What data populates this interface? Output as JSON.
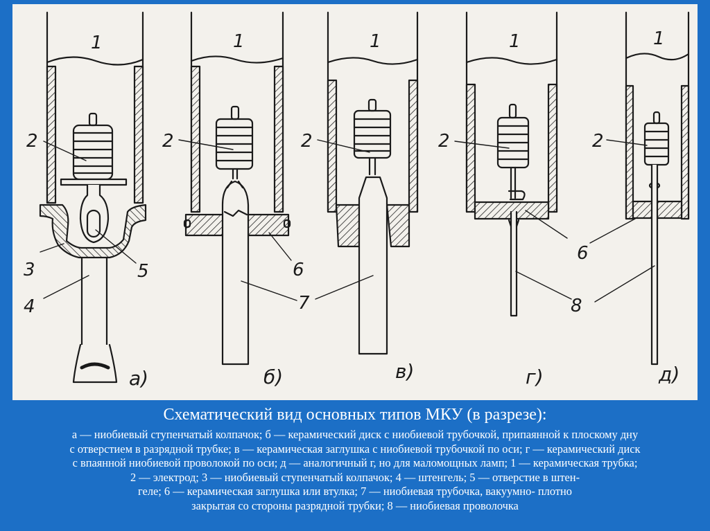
{
  "figure": {
    "labels": {
      "ceramic_tube": "1",
      "electrode": "2",
      "cap": "3",
      "stem": "4",
      "hole": "5",
      "plug": "6",
      "niobium_tube": "7",
      "niobium_wire": "8"
    },
    "panels": [
      "а)",
      "б)",
      "в)",
      "г)",
      "д)"
    ]
  },
  "caption": {
    "title": "Схематический вид основных типов МКУ (в разрезе):",
    "lines": [
      "а — ниобиевый ступенчатый колпачок; б — керамический диск с ниобиевой трубочкой, припаянной к плоскому дну",
      "с отверстием в разрядной трубке; в — керамическая заглушка с ниобиевой трубочкой по оси; г — керамический диск",
      "с впаянной ниобиевой проволокой по оси; д — аналогичный г, но для маломощных ламп; 1 — керамическая трубка;",
      "2 — электрод; 3 — ниобиевый ступенчатый колпачок; 4 — штенгель; 5 — отверстие в штен-",
      "геле; 6 — керамическая заглушка или втулка; 7 — ниобиевая трубочка, вакуумно- плотно",
      "закрытая со стороны разрядной трубки; 8 — ниобиевая проволочка"
    ]
  }
}
